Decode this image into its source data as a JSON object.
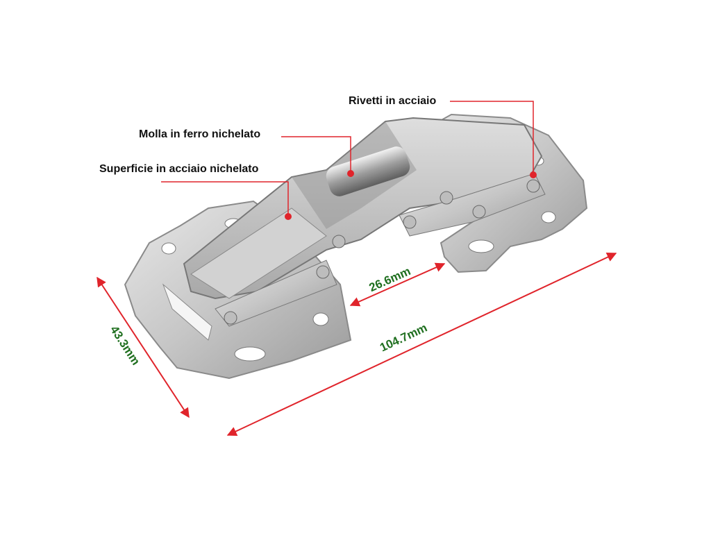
{
  "labels": {
    "rivets": "Rivetti in acciaio",
    "spring": "Molla in ferro nichelato",
    "surface": "Superficie in acciaio nichelato"
  },
  "dimensions": {
    "height": "43.3mm",
    "inner": "26.6mm",
    "length": "104.7mm"
  },
  "colors": {
    "leader": "#e0242b",
    "dimension_arrow": "#e0242b",
    "dimension_text": "#1f6f1f",
    "metal": "#c9c9c9"
  }
}
